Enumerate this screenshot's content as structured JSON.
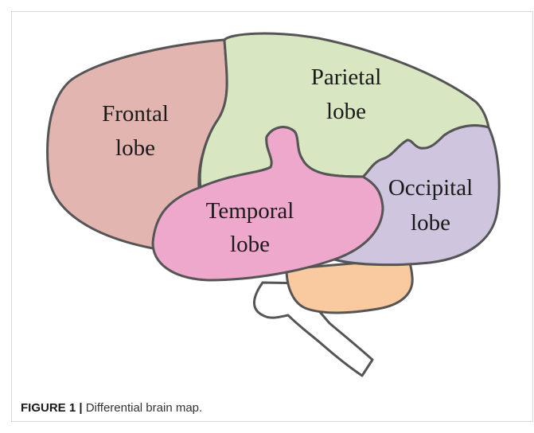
{
  "figure": {
    "caption_label": "FIGURE 1 |",
    "caption_text": " Differential brain map."
  },
  "lobes": {
    "frontal": {
      "line1": "Frontal",
      "line2": "lobe",
      "color": "#e2b5b0"
    },
    "parietal": {
      "line1": "Parietal",
      "line2": "lobe",
      "color": "#d8e6c2"
    },
    "temporal": {
      "line1": "Temporal",
      "line2": "lobe",
      "color": "#eea8cc"
    },
    "occipital": {
      "line1": "Occipital",
      "line2": "lobe",
      "color": "#cfc5df"
    }
  },
  "regions": {
    "cerebellum_color": "#f9c9a0",
    "brainstem_color": "#ffffff"
  },
  "outline_color": "#555555"
}
